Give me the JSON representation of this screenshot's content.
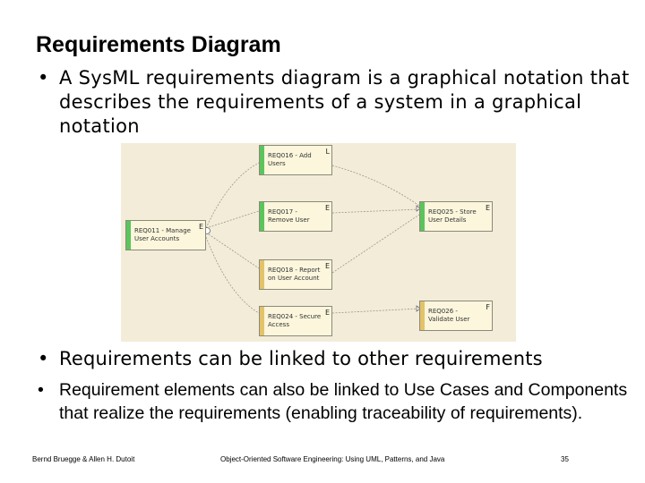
{
  "slide": {
    "title": "Requirements Diagram",
    "bullets": [
      "A SysML requirements diagram is a graphical notation that describes the  requirements of a system in a graphical notation",
      "Requirements can be linked to other requirements",
      "Requirement elements can also  be linked to Use Cases and Components that realize the requirements (enabling traceability of requirements)."
    ]
  },
  "diagram": {
    "nodes": [
      {
        "id": "n016",
        "label": "REQ016 - Add Users",
        "flag": "L",
        "stripe": "#5cc45c"
      },
      {
        "id": "n017",
        "label": "REQ017 - Remove User",
        "flag": "E",
        "stripe": "#5cc45c"
      },
      {
        "id": "n011",
        "label": "REQ011 - Manage User Accounts",
        "flag": "E",
        "stripe": "#5cc45c"
      },
      {
        "id": "n025",
        "label": "REQ025 - Store User Details",
        "flag": "E",
        "stripe": "#5cc45c"
      },
      {
        "id": "n018",
        "label": "REQ018 - Report on User Account",
        "flag": "E",
        "stripe": "#e3c36a"
      },
      {
        "id": "n024",
        "label": "REQ024 - Secure Access",
        "flag": "E",
        "stripe": "#e3c36a"
      },
      {
        "id": "n026",
        "label": "REQ026 - Validate User",
        "flag": "F",
        "stripe": "#e3c36a"
      }
    ]
  },
  "footer": {
    "authors": "Bernd Bruegge & Allen H. Dutoit",
    "book": "Object-Oriented Software Engineering: Using UML, Patterns, and Java",
    "page": "35"
  }
}
